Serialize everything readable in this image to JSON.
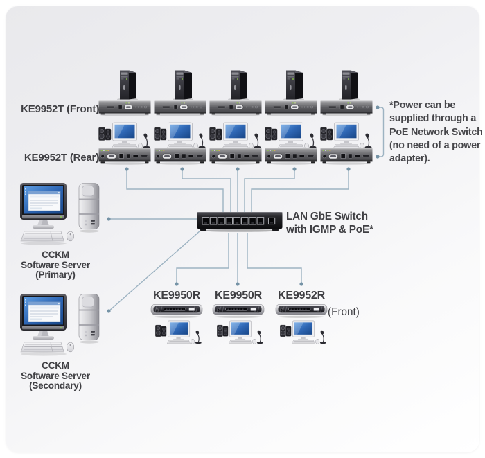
{
  "diagram": {
    "transmitter_row": {
      "front_label": "KE9952T (Front)",
      "rear_label": "KE9952T (Rear)",
      "unit_count": 5
    },
    "power_note": {
      "lines": [
        "*Power can be",
        "supplied through a",
        "PoE Network Switch",
        "(no need of a power",
        "adapter)."
      ]
    },
    "lan_switch": {
      "line1": "LAN GbE Switch",
      "line2": "with IGMP & PoE*"
    },
    "servers": {
      "primary": {
        "line1": "CCKM",
        "line2": "Software Server",
        "line3": "(Primary)"
      },
      "secondary": {
        "line1": "CCKM",
        "line2": "Software Server",
        "line3": "(Secondary)"
      }
    },
    "receivers": {
      "items": [
        {
          "label": "KE9950R"
        },
        {
          "label": "KE9950R"
        },
        {
          "label": "KE9952R"
        }
      ],
      "suffix": "(Front)"
    },
    "colors": {
      "wire": "#9db3c2",
      "wire_dot": "#7593a6",
      "label_text": "#3f3f43",
      "panel_top": "#e9e9ec",
      "panel_bottom": "#ffffff"
    },
    "icons": {
      "pc_tower": "desktop-tower-silhouette",
      "ke9952t_front": "kvm-extender-front-panel",
      "ke9952t_rear": "kvm-extender-rear-panel",
      "workstation": "monitor-speakers-keyboard-mic",
      "lan_switch": "8-port-ethernet-switch",
      "receiver": "kvm-receiver-front-panel",
      "cckm_server": "desktop-computer-with-tower"
    }
  }
}
